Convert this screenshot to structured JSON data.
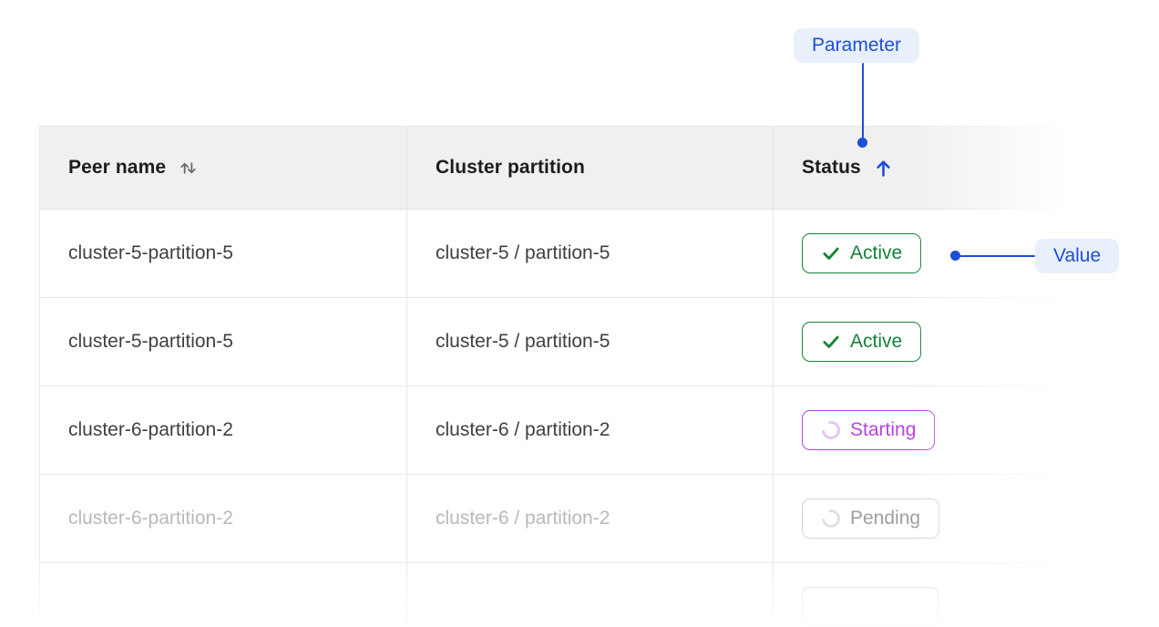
{
  "colors": {
    "accent": "#1d4ed8",
    "active": "#178239",
    "starting": "#b545dd",
    "pending": "#9b9fa3"
  },
  "annotations": {
    "parameter": "Parameter",
    "value": "Value"
  },
  "table": {
    "headers": {
      "peer": "Peer name",
      "partition": "Cluster partition",
      "status": "Status"
    },
    "sort": {
      "status_direction": "ascending"
    },
    "rows": [
      {
        "peer": "cluster-5-partition-5",
        "partition": "cluster-5 / partition-5",
        "status": "Active"
      },
      {
        "peer": "cluster-5-partition-5",
        "partition": "cluster-5 / partition-5",
        "status": "Active"
      },
      {
        "peer": "cluster-6-partition-2",
        "partition": "cluster-6 / partition-2",
        "status": "Starting"
      },
      {
        "peer": "cluster-6-partition-2",
        "partition": "cluster-6 / partition-2",
        "status": "Pending"
      }
    ]
  }
}
